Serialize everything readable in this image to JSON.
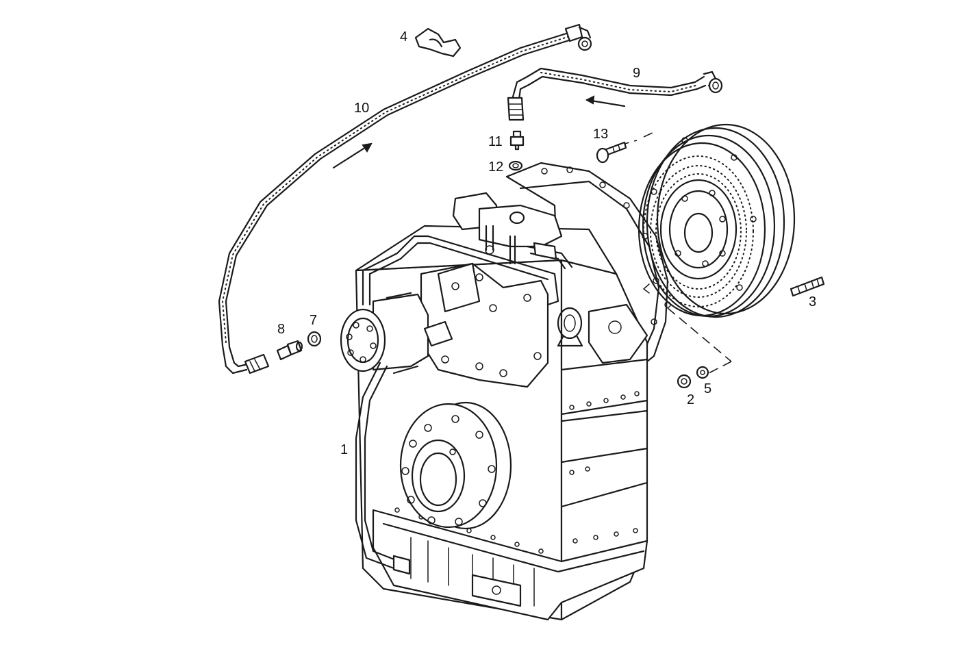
{
  "figure": {
    "background": "#ffffff",
    "line_color": "#1a1a1a"
  },
  "callouts": {
    "c1": "1",
    "c2": "2",
    "c3": "3",
    "c4": "4",
    "c5": "5",
    "c7": "7",
    "c8": "8",
    "c9": "9",
    "c10": "10",
    "c11": "11",
    "c12": "12",
    "c13": "13"
  }
}
